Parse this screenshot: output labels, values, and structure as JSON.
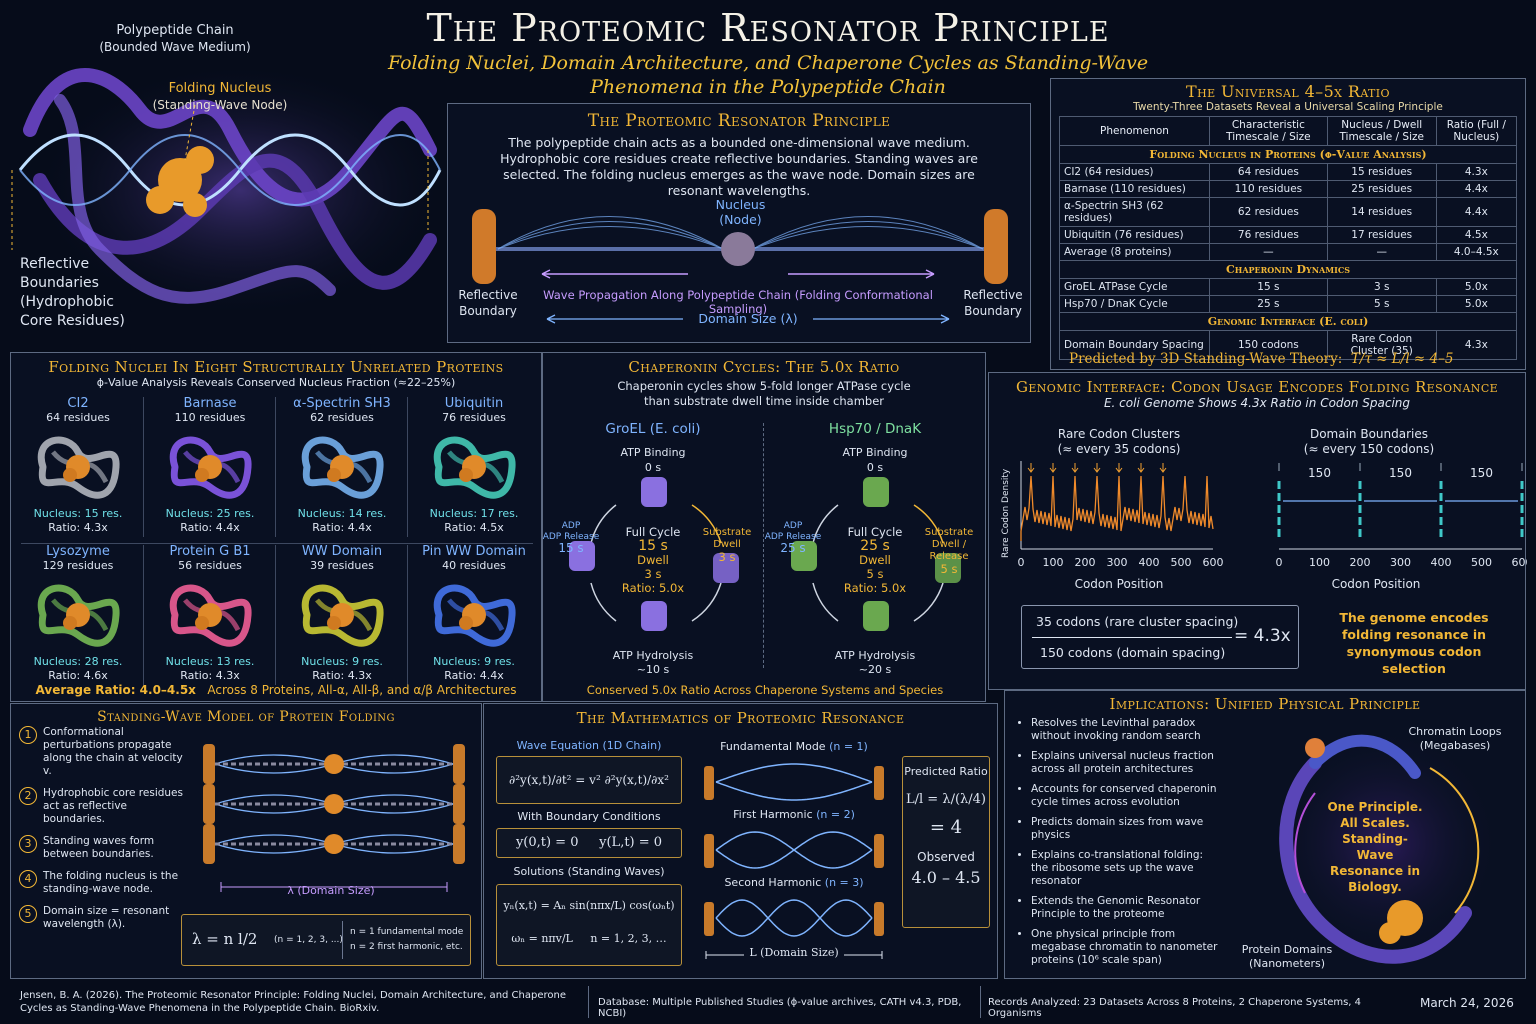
{
  "header": {
    "title": "The Proteomic Resonator Principle",
    "subtitle_1": "Folding Nuclei, Domain Architecture, and Chaperone Cycles as Standing-Wave",
    "subtitle_2": "Phenomena in the Polypeptide Chain"
  },
  "hero": {
    "chain_label": "Polypeptide Chain",
    "chain_sub": "(Bounded Wave Medium)",
    "nucleus_label": "Folding Nucleus",
    "nucleus_sub": "(Standing-Wave Node)",
    "boundary_1": "Reflective",
    "boundary_2": "Boundaries",
    "boundary_3": "(Hydrophobic",
    "boundary_4": "Core Residues)"
  },
  "principle": {
    "title": "The Proteomic Resonator Principle",
    "text": "The polypeptide chain acts as a bounded one-dimensional wave medium. Hydrophobic core residues create reflective boundaries. Standing waves are selected. The folding nucleus emerges as the wave node. Domain sizes are resonant wavelengths.",
    "nucleus": "Nucleus",
    "node": "(Node)",
    "left_1": "Reflective",
    "left_2": "Boundary",
    "right_1": "Reflective",
    "right_2": "Boundary",
    "propagation": "Wave Propagation Along Polypeptide Chain (Folding Conformational Sampling)",
    "domain": "Domain Size (λ)"
  },
  "ratio_table": {
    "title": "The Universal 4–5x Ratio",
    "subtitle": "Twenty-Three Datasets Reveal a Universal Scaling Principle",
    "headers": [
      "Phenomenon",
      "Characteristic Timescale / Size",
      "Nucleus / Dwell Timescale / Size",
      "Ratio (Full / Nucleus)"
    ],
    "sec1": "Folding Nucleus in Proteins (ϕ-Value Analysis)",
    "rows1": [
      [
        "CI2 (64 residues)",
        "64 residues",
        "15 residues",
        "4.3x"
      ],
      [
        "Barnase (110 residues)",
        "110 residues",
        "25 residues",
        "4.4x"
      ],
      [
        "α-Spectrin SH3 (62 residues)",
        "62 residues",
        "14 residues",
        "4.4x"
      ],
      [
        "Ubiquitin (76 residues)",
        "76 residues",
        "17 residues",
        "4.5x"
      ],
      [
        "Average (8 proteins)",
        "—",
        "—",
        "4.0–4.5x"
      ]
    ],
    "sec2": "Chaperonin Dynamics",
    "rows2": [
      [
        "GroEL ATPase Cycle",
        "15 s",
        "3 s",
        "5.0x"
      ],
      [
        "Hsp70 / DnaK Cycle",
        "25 s",
        "5 s",
        "5.0x"
      ]
    ],
    "sec3": "Genomic Interface (E. coli)",
    "rows3": [
      [
        "Domain Boundary Spacing",
        "150 codons",
        "Rare Codon Cluster (35)",
        "4.3x"
      ]
    ],
    "predicted": "Predicted by 3D Standing-Wave Theory:",
    "formula": "T/τ ≈ L/l ≈ 4–5"
  },
  "nuclei": {
    "title": "Folding Nuclei In Eight Structurally Unrelated Proteins",
    "subtitle": "ϕ-Value Analysis Reveals Conserved Nucleus Fraction (≈22–25%)",
    "proteins": [
      {
        "name": "CI2",
        "res": "64 residues",
        "nucleus": "Nucleus: 15 res.",
        "ratio": "Ratio: 4.3x",
        "color": "#a0a4ad"
      },
      {
        "name": "Barnase",
        "res": "110 residues",
        "nucleus": "Nucleus: 25 res.",
        "ratio": "Ratio: 4.4x",
        "color": "#7a52d8"
      },
      {
        "name": "α-Spectrin SH3",
        "res": "62 residues",
        "nucleus": "Nucleus: 14 res.",
        "ratio": "Ratio: 4.4x",
        "color": "#6a9fd8"
      },
      {
        "name": "Ubiquitin",
        "res": "76 residues",
        "nucleus": "Nucleus: 17 res.",
        "ratio": "Ratio: 4.5x",
        "color": "#3fb8a8"
      },
      {
        "name": "Lysozyme",
        "res": "129 residues",
        "nucleus": "Nucleus: 28 res.",
        "ratio": "Ratio: 4.6x",
        "color": "#6aa84f"
      },
      {
        "name": "Protein G B1",
        "res": "56 residues",
        "nucleus": "Nucleus: 13 res.",
        "ratio": "Ratio: 4.3x",
        "color": "#d8568a"
      },
      {
        "name": "WW Domain",
        "res": "39 residues",
        "nucleus": "Nucleus: 9 res.",
        "ratio": "Ratio: 4.3x",
        "color": "#b8b832"
      },
      {
        "name": "Pin WW Domain",
        "res": "40 residues",
        "nucleus": "Nucleus: 9 res.",
        "ratio": "Ratio: 4.4x",
        "color": "#3f6ad8"
      }
    ],
    "avg": "Average Ratio: 4.0–4.5x",
    "avg_sub": "Across 8 Proteins, All-α, All-β, and α/β Architectures"
  },
  "chaperonin": {
    "title": "Chaperonin Cycles: The 5.0x Ratio",
    "subtitle_1": "Chaperonin cycles show 5-fold longer ATPase cycle",
    "subtitle_2": "than substrate dwell time inside chamber",
    "groel": {
      "name": "GroEL (E. coli)",
      "atp_binding": "ATP Binding",
      "t0": "0 s",
      "full": "Full Cycle",
      "full_t": "15 s",
      "dwell": "Dwell",
      "dwell_t": "3 s",
      "ratio": "Ratio: 5.0x",
      "adp_1": "ADP",
      "adp_2": "ADP Release",
      "adp_t": "15 s",
      "sub_1": "Substrate",
      "sub_2": "Dwell",
      "sub_t": "3 s",
      "hyd": "ATP Hydrolysis",
      "hyd_t": "~10 s"
    },
    "hsp": {
      "name": "Hsp70 / DnaK",
      "atp_binding": "ATP Binding",
      "t0": "0 s",
      "full": "Full Cycle",
      "full_t": "25 s",
      "dwell": "Dwell",
      "dwell_t": "5 s",
      "ratio": "Ratio: 5.0x",
      "adp_1": "ADP",
      "adp_2": "ADP Release",
      "adp_t": "25 s",
      "sub_1": "Substrate",
      "sub_2": "Dwell / Release",
      "sub_t": "5 s",
      "hyd": "ATP Hydrolysis",
      "hyd_t": "~20 s"
    },
    "footer": "Conserved 5.0x Ratio Across Chaperone Systems and Species"
  },
  "genomic": {
    "title": "Genomic Interface: Codon Usage Encodes Folding Resonance",
    "subtitle": "E. coli Genome Shows 4.3x Ratio in Codon Spacing",
    "rare_1": "Rare Codon Clusters",
    "rare_2": "(≈ every 35 codons)",
    "dom_1": "Domain Boundaries",
    "dom_2": "(≈ every 150 codons)",
    "ylabel": "Rare Codon Density",
    "xlabel": "Codon Position",
    "xlabel2": "Codon Position",
    "ticks": [
      "0",
      "100",
      "200",
      "300",
      "400",
      "500",
      "600"
    ],
    "spacing": [
      "150",
      "150",
      "150"
    ],
    "frac_top": "35 codons (rare cluster spacing)",
    "frac_bot": "150 codons (domain spacing)",
    "frac_eq": "= 4.3x",
    "note": "The genome encodes folding resonance in synonymous codon selection"
  },
  "model": {
    "title": "Standing-Wave Model of Protein Folding",
    "items": [
      "Conformational perturbations propagate along the chain at velocity v.",
      "Hydrophobic core residues act as reflective boundaries.",
      "Standing waves form between boundaries.",
      "The folding nucleus is the standing-wave node.",
      "Domain size = resonant wavelength (λ)."
    ],
    "nums": [
      "1",
      "2",
      "3",
      "4",
      "5"
    ],
    "lambda": "λ (Domain Size)",
    "eq": "λ = n l/2",
    "eq_range": "(n = 1, 2, 3, ...)",
    "eq_n1": "n = 1 fundamental mode",
    "eq_n2": "n = 2 first harmonic, etc."
  },
  "math": {
    "title": "The Mathematics of Proteomic Resonance",
    "wave_label": "Wave Equation (1D Chain)",
    "wave_eq": "∂²y(x,t)/∂t² = v² ∂²y(x,t)/∂x²",
    "bc_label": "With Boundary Conditions",
    "bc_eq": "y(0,t) = 0     y(L,t) = 0",
    "sol_label": "Solutions (Standing Waves)",
    "sol_eq": "yₙ(x,t) = Aₙ sin(nπx/L) cos(ωₙt)",
    "omega_eq": "ωₙ = nπv/L     n = 1, 2, 3, …",
    "modes": [
      "Fundamental Mode",
      "First Harmonic",
      "Second Harmonic"
    ],
    "mode_n": [
      "(n = 1)",
      "(n = 2)",
      "(n = 3)"
    ],
    "domain": "L (Domain Size)",
    "pred_label": "Predicted Ratio",
    "pred_eq": "L/l = λ/(λ/4)",
    "pred_val": "= 4",
    "obs_label": "Observed",
    "obs_val": "4.0 – 4.5"
  },
  "implications": {
    "title": "Implications: Unified Physical Principle",
    "items": [
      "Resolves the Levinthal paradox without invoking random search",
      "Explains universal nucleus fraction across all protein architectures",
      "Accounts for conserved chaperonin cycle times across evolution",
      "Predicts domain sizes from wave physics",
      "Explains co-translational folding: the ribosome sets up the wave resonator",
      "Extends the Genomic Resonator Principle to the proteome",
      "One physical principle from megabase chromatin to nanometer proteins (10⁶ scale span)"
    ],
    "loops_1": "Chromatin Loops",
    "loops_2": "(Megabases)",
    "center": "One Principle. All Scales. Standing-Wave Resonance in Biology.",
    "domains_1": "Protein Domains",
    "domains_2": "(Nanometers)"
  },
  "footer": {
    "citation": "Jensen, B. A. (2026). The Proteomic Resonator Principle: Folding Nuclei, Domain Architecture, and Chaperone Cycles as Standing-Wave Phenomena in the Polypeptide Chain. BioRxiv.",
    "database": "Database: Multiple Published Studies (ϕ-value archives, CATH v4.3, PDB, NCBI)",
    "records": "Records Analyzed: 23 Datasets Across 8 Proteins, 2 Chaperone Systems, 4 Organisms",
    "date": "March 24, 2026"
  }
}
